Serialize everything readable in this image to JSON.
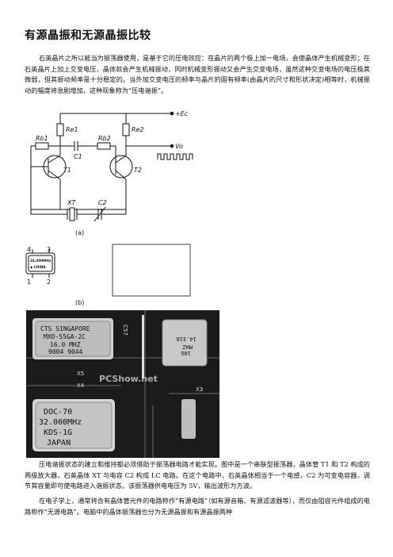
{
  "page": {
    "title": "有源晶振和无源晶振比较",
    "paragraphs": [
      "石英晶片之所以能当为振荡器使用，是基于它的压电效应：在晶片的两个极上加一电场，会使晶体产生机械变形；在石英晶片上加上交变电压，晶体就会产生机械振动，同时机械变形振动又会产生交变电场，虽然这种交变电场的电压极其微弱，但其振动频率是十分稳定的。当外加交变电压的频率与晶片的固有频率(由晶片的尺寸和形状决定)相等时，机械振动的幅度将急剧增加，这种现象称为“压电谐振”。",
      "压电谐振状态的建立和维持都必须借助于振荡器电路才能实现。图中是一个串联型振荡器，晶体管 T1 和 T2 构成的两级放大器，石英晶体 XT 与电容 C2 构成 LC 电路。在这个电路中，石英晶体相当于一个电感，C2 为可变电容器，调节其容量即可使电路进入谐振状态。该振荡器供电电压为 5V，输出波形为方波。",
      "在电子学上，通常将含有晶体管元件的电路称作“有源电路”（如有源音箱、有源滤波器等），而仅由阻容元件组成的电路称作“无源电路”。电脑中的晶体振荡器也分为无源晶振和有源晶振两种"
    ]
  },
  "circuit": {
    "supply": "+Ec",
    "output": "Vo",
    "re1": "Re1",
    "re2": "Re2",
    "rb1": "Rb1",
    "rb2": "Rb2",
    "c1": "C1",
    "c2": "C2",
    "xt": "XT",
    "t1": "T1",
    "t2": "T2",
    "label_a": "(a)"
  },
  "crystal_package": {
    "pin4": "4",
    "pin3": "3",
    "pin1": "1",
    "pin2": "2",
    "freq": "24.000MHz",
    "brand": "◆ CHINA",
    "label_b": "(b)"
  },
  "photo": {
    "board_c57": "C57",
    "osc1": [
      "CTS SINGAPORE",
      "MXO-55GA-2C",
      "16.0 MHZ",
      "9004 9044"
    ],
    "osc2": [
      "DOC-70",
      "32.000MHz",
      "KDS-1G",
      "JAPAN"
    ],
    "osc3": [
      "14.318",
      "MHZ",
      "10G"
    ],
    "watermark": "PCShow.net",
    "pcb_x4": "X4",
    "pcb_x3": "X3",
    "pcb_x5": "X5"
  }
}
